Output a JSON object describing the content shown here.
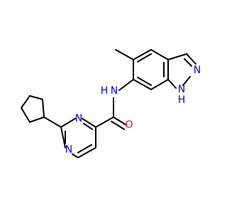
{
  "colors": {
    "background": "#ffffff",
    "bond": "#000000",
    "nitrogen": "#0000ff",
    "oxygen": "#ff0000"
  },
  "atoms": {
    "n_pyrimidine_top": "N",
    "n_pyrimidine_bottom": "N",
    "n_amide": "N",
    "h_amide": "H",
    "o_carbonyl": "O",
    "n_indazole_2": "N",
    "n_indazole_1": "N",
    "h_indazole": "H"
  }
}
